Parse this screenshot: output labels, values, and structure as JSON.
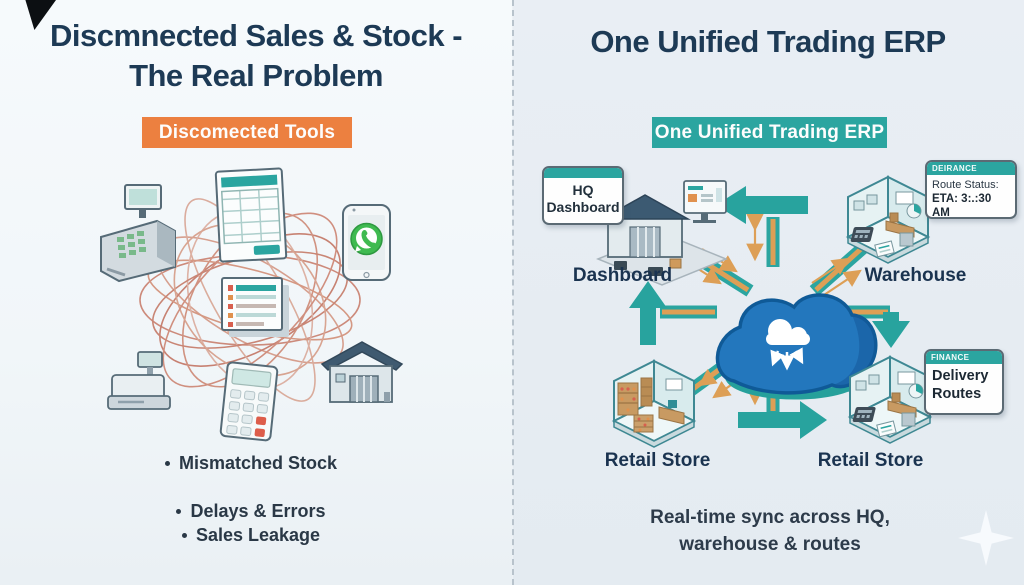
{
  "left_panel": {
    "title_line1": "Discmnected Sales & Stock -",
    "title_line2": "The Real Problem",
    "badge_label": "Discomected Tools",
    "bullets": [
      "Mismatched Stock",
      "Delays & Errors",
      "Sales Leakage"
    ],
    "icons": [
      "tangled-wires",
      "spreadsheet-document",
      "pos-terminal",
      "whatsapp-phone",
      "ledger-notebook",
      "cash-register",
      "warehouse-building",
      "calculator"
    ]
  },
  "right_panel": {
    "title": "One Unified Trading ERP",
    "badge_label": "One Unified Trading ERP",
    "hq_card": {
      "line1": "HQ",
      "line2": "Dashboard"
    },
    "route_card": {
      "header": "DEIRANCE",
      "line1": "Route Status:",
      "line2": "ETA: 3:.:30 AM"
    },
    "finance_card": {
      "header": "FINANCE",
      "line1": "Delivery",
      "line2": "Routes"
    },
    "node_labels": {
      "top_left": "Dashboard",
      "top_right": "Warehouse",
      "bottom_left": "Retail Store",
      "bottom_right": "Retail Store"
    },
    "caption_line1": "Real-time sync across HQ,",
    "caption_line2": "warehouse & routes",
    "icons": [
      "cloud-sync",
      "sync-ring",
      "dashboard-building",
      "warehouse-room",
      "retail-store-room"
    ]
  },
  "colors": {
    "accent_orange": "#ec8040",
    "accent_teal": "#2ba5a0",
    "title_navy": "#1d3a55",
    "cloud_blue": "#2377bd",
    "tangle_red": "#c4705c"
  }
}
